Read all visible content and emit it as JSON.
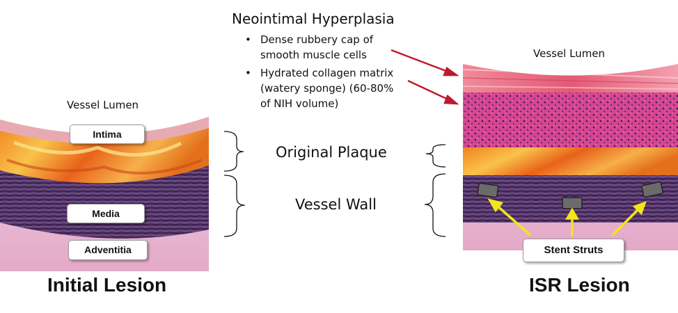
{
  "neointimal": {
    "title": "Neointimal Hyperplasia",
    "bullets": [
      "Dense rubbery cap of",
      "smooth muscle cells",
      "Hydrated collagen matrix",
      "(watery sponge) (60-80%",
      "of NIH volume)"
    ]
  },
  "left": {
    "lumen_label": "Vessel Lumen",
    "intima": "Intima",
    "media": "Media",
    "adventitia": "Adventitia",
    "title": "Initial Lesion"
  },
  "center": {
    "plaque_label": "Original Plaque",
    "wall_label": "Vessel Wall"
  },
  "right": {
    "lumen_label": "Vessel Lumen",
    "struts_label": "Stent Struts",
    "title": "ISR Lesion"
  },
  "colors": {
    "arrow_red": "#c0192c",
    "arrow_yellow": "#f2e61a",
    "plaque_orange": "#f07a1e",
    "media_purple": "#4a2a5e",
    "adventitia_pink": "#e9b7d2",
    "neointima_pink": "#d8479a"
  }
}
